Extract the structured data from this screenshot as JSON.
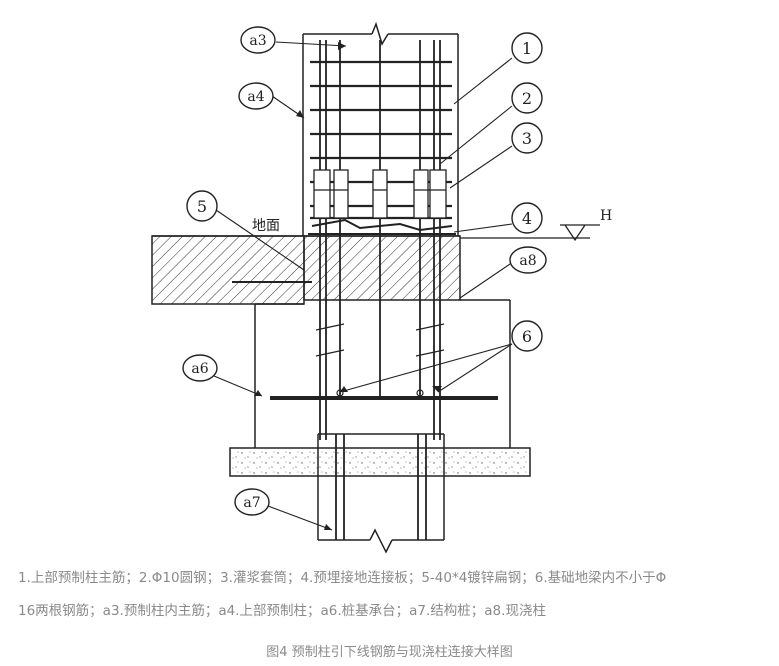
{
  "labels": {
    "a3": "a3",
    "a4": "a4",
    "a6": "a6",
    "a7": "a7",
    "a8": "a8",
    "n1": "1",
    "n2": "2",
    "n3": "3",
    "n4": "4",
    "n5": "5",
    "n6": "6",
    "ground": "地面",
    "elevation": "H"
  },
  "legend": {
    "line1": "1.上部预制柱主筋；2.Φ10圆钢；3.灌浆套筒；4.预埋接地连接板；5-40*4镀锌扁钢；6.基础地梁内不小于Φ",
    "line2": "16两根钢筋；a3.预制柱内主筋；a4.上部预制柱；a6.桩基承台；a7.结构桩；a8.现浇柱"
  },
  "caption": "图4 预制柱引下线钢筋与现浇柱连接大样图"
}
